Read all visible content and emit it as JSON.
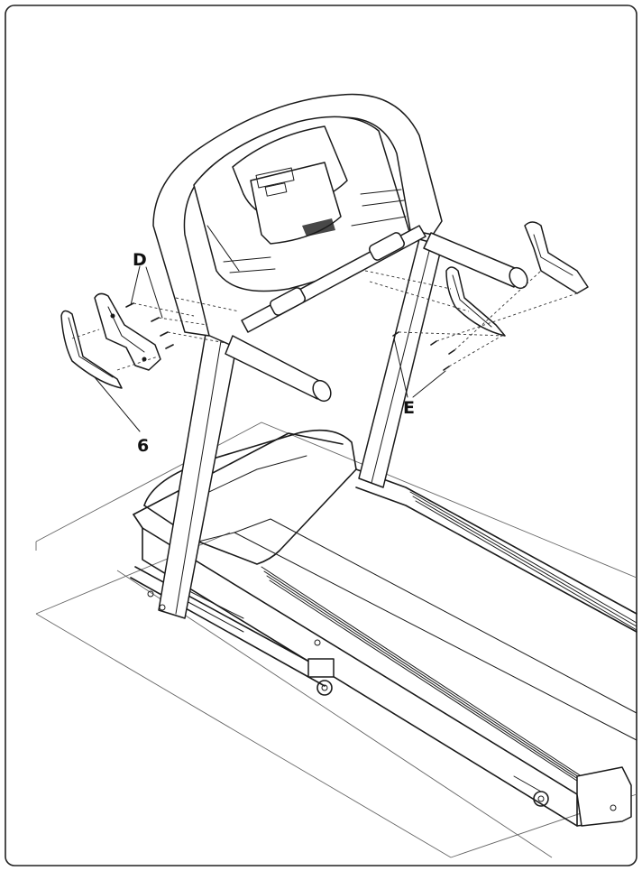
{
  "diagram": {
    "callouts": {
      "d": "D",
      "e": "E",
      "six": "6"
    }
  }
}
